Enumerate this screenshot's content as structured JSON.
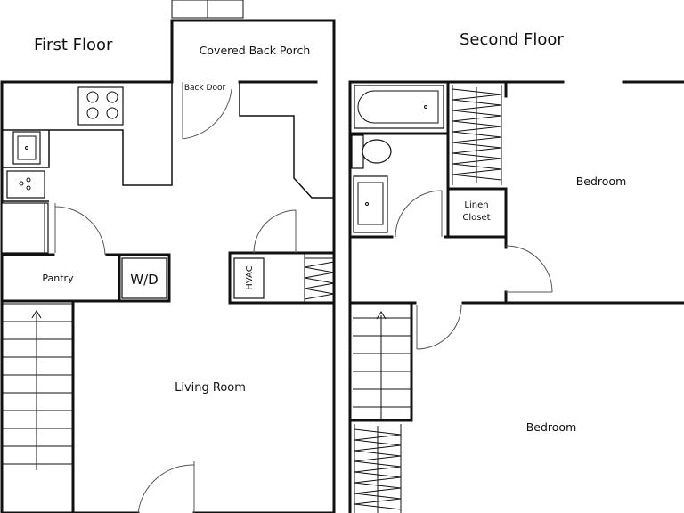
{
  "floors": {
    "first": {
      "title": "First Floor",
      "rooms": {
        "porch": "Covered Back Porch",
        "back_door": "Back Door",
        "pantry": "Pantry",
        "washer_dryer": "W/D",
        "hvac": "HVAC",
        "living_room": "Living Room"
      }
    },
    "second": {
      "title": "Second Floor",
      "rooms": {
        "bedroom_upper": "Bedroom",
        "linen_line1": "Linen",
        "linen_line2": "Closet",
        "bedroom_lower": "Bedroom"
      }
    }
  }
}
